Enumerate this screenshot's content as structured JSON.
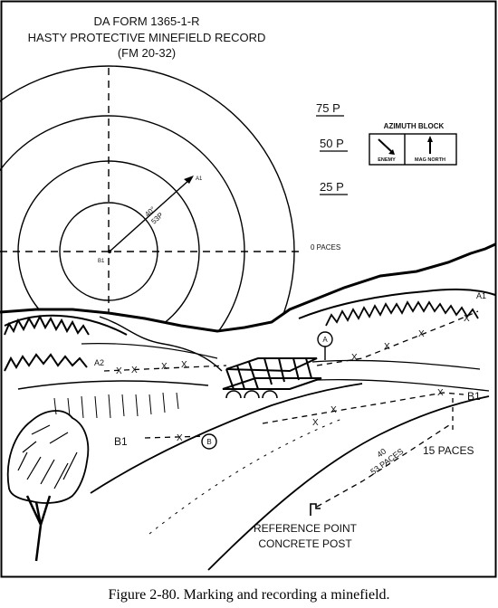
{
  "header": {
    "line1": "DA FORM 1365-1-R",
    "line2": "HASTY PROTECTIVE MINEFIELD RECORD",
    "line3": "(FM 20-32)"
  },
  "scale": {
    "p75": "75 P",
    "p50": "50 P",
    "p25": "25 P",
    "zero": "0 PACES"
  },
  "azimuth_block": {
    "title": "AZIMUTH BLOCK",
    "enemy": "ENEMY",
    "mag_north": "MAG NORTH"
  },
  "polar_plot": {
    "origin_label": "B1",
    "target_label": "A1",
    "bearing": "40°",
    "distance": "53P"
  },
  "field_labels": {
    "a1": "A1",
    "a2": "A2",
    "b1_left": "B1",
    "b1_right": "B1",
    "marker_a": "A",
    "marker_b": "B",
    "fifteen_paces": "15 PACES",
    "leg_bearing": "40",
    "leg_distance": "53 PACES",
    "ref_line1": "REFERENCE POINT",
    "ref_line2": "CONCRETE POST"
  },
  "caption": "Figure 2-80. Marking and recording a minefield."
}
